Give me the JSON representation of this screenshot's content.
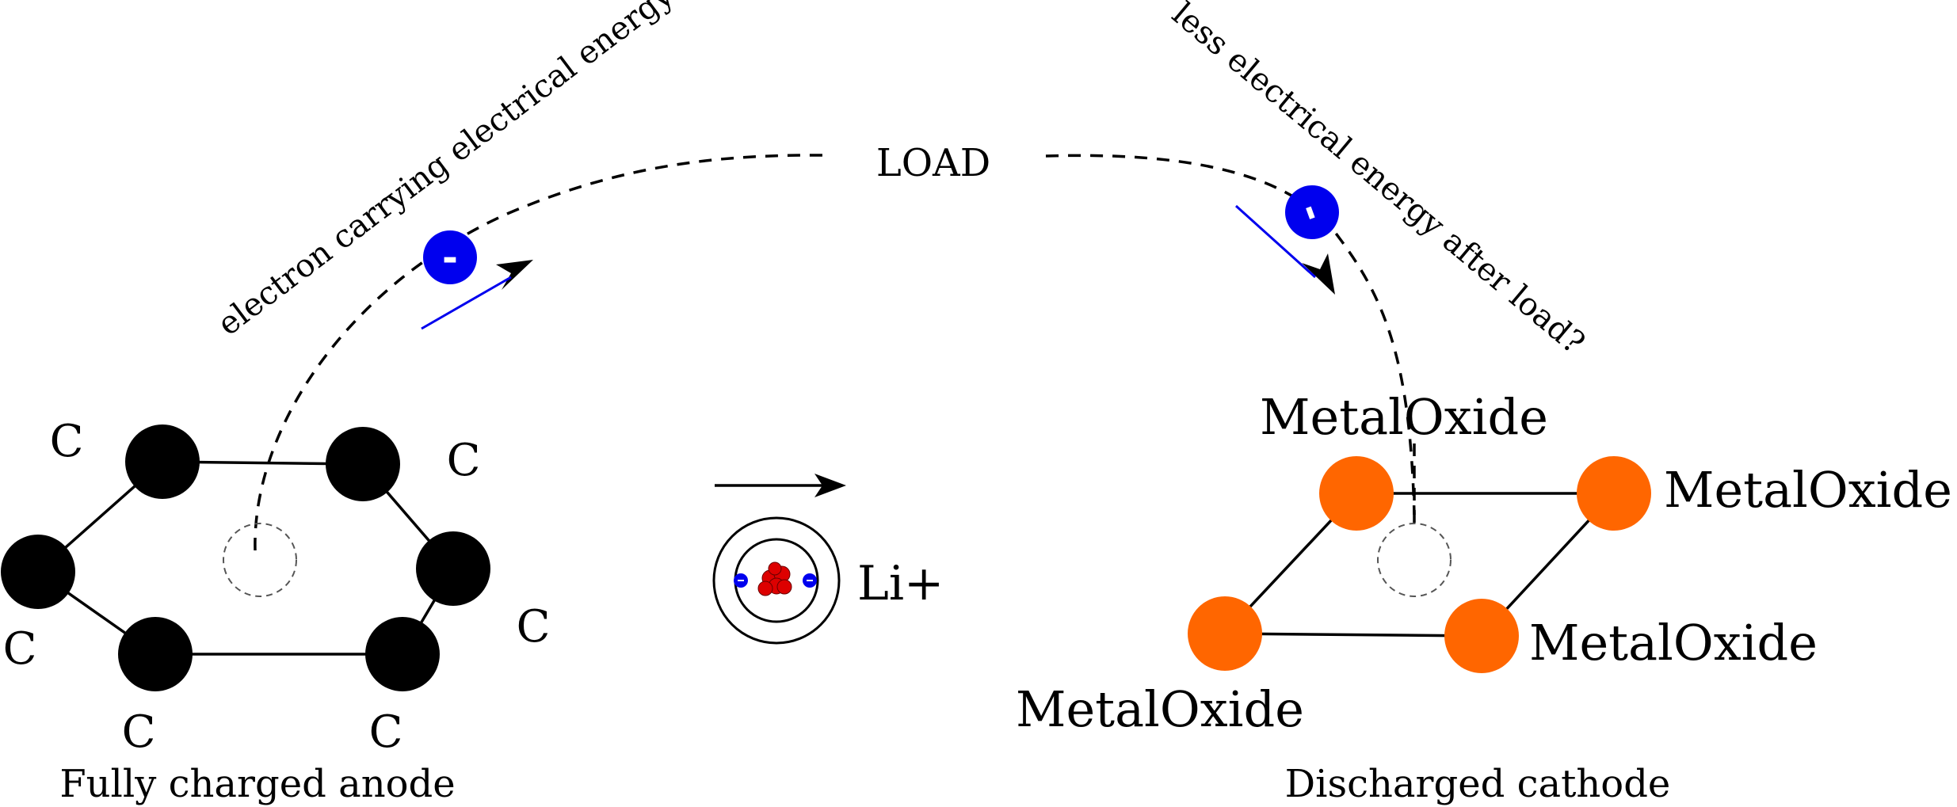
{
  "load_label": "LOAD",
  "electron_before_caption": "electron carrying electrical energy?",
  "electron_after_caption": "less electrical energy after load?",
  "electron_symbol": "-",
  "ion_label": "Li+",
  "anode": {
    "caption": "Fully charged anode",
    "atoms": [
      "C",
      "C",
      "C",
      "C",
      "C",
      "C"
    ]
  },
  "cathode": {
    "caption": "Discharged cathode",
    "atoms": [
      "MetalOxide",
      "MetalOxide",
      "MetalOxide",
      "MetalOxide"
    ]
  },
  "colors": {
    "carbon": "#000000",
    "metal_oxide": "#ff6600",
    "electron": "#0000ee",
    "nucleus": "#dd0000",
    "motion_arrow": "#0000ee"
  }
}
